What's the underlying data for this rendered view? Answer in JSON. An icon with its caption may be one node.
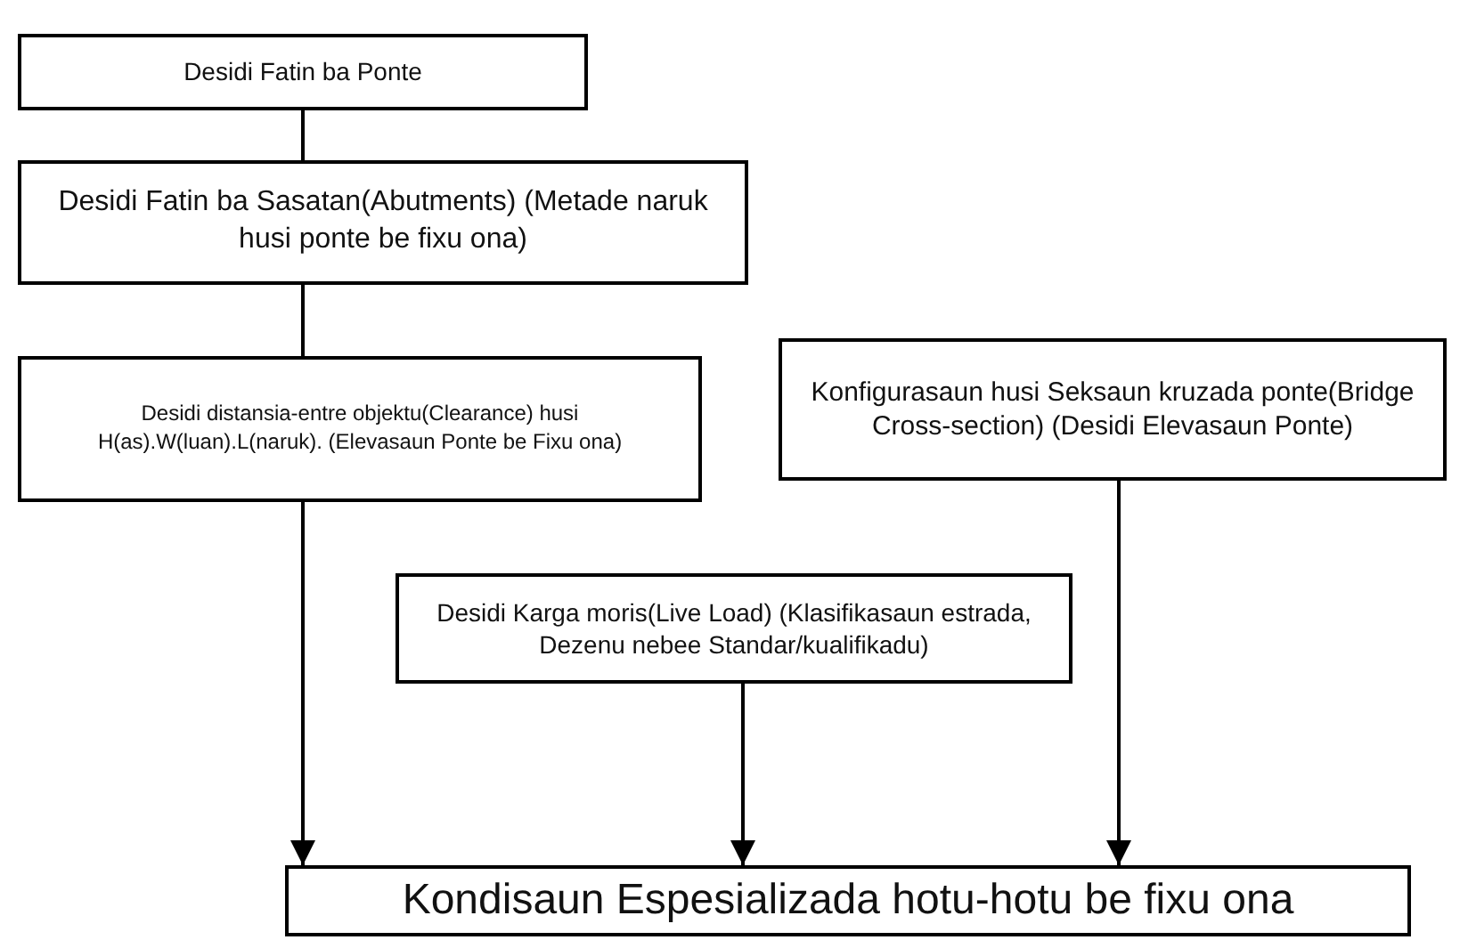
{
  "diagram": {
    "nodes": [
      {
        "text": [
          "Desidi Fatin ba Ponte"
        ]
      },
      {
        "text": [
          "Desidi Fatin ba Sasatan(Abutments) (Metade naruk husi ponte be fixu ona)"
        ]
      },
      {
        "text": [
          "Desidi distansia-entre objektu(Clearance) husi H(as).W(luan).L(naruk). (Elevasaun Ponte be Fixu ona)"
        ]
      },
      {
        "text": [
          "Konfigurasaun husi Seksaun kruzada ponte(Bridge Cross-section) (Desidi Elevasaun Ponte)"
        ]
      },
      {
        "text": [
          "Desidi Karga moris(Live Load) (Klasifikasaun estrada, Dezenu nebee Standar/kualifikadu)"
        ]
      },
      {
        "text": [
          "Kondisaun Espesializada hotu-hotu be fixu ona"
        ]
      }
    ],
    "edges": [
      {
        "from": 0,
        "to": 1,
        "arrow": "none"
      },
      {
        "from": 1,
        "to": 2,
        "arrow": "none"
      },
      {
        "from": 2,
        "to": 5,
        "arrow": "to"
      },
      {
        "from": 4,
        "to": 5,
        "arrow": "to"
      },
      {
        "from": 3,
        "to": 5,
        "arrow": "to"
      }
    ]
  }
}
